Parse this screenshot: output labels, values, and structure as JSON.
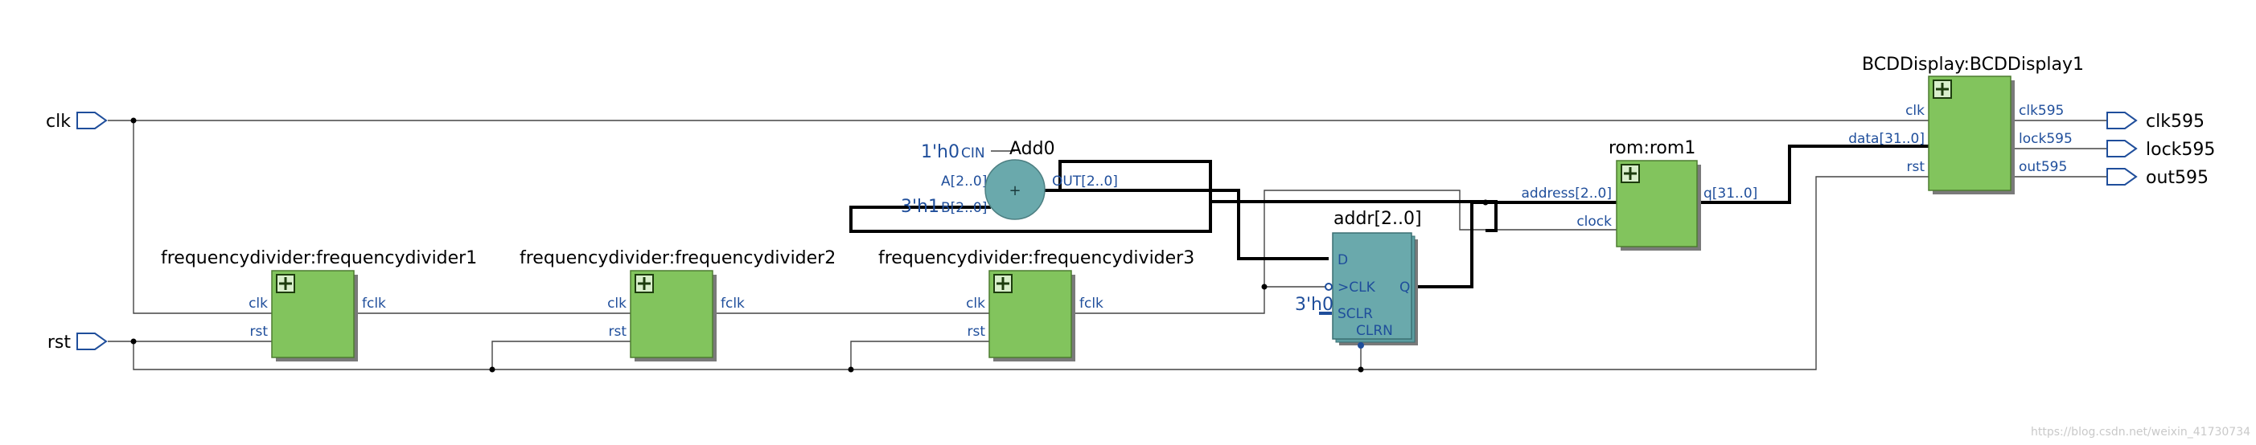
{
  "inputs": {
    "clk": "clk",
    "rst": "rst"
  },
  "outputs": {
    "clk595": "clk595",
    "lock595": "lock595",
    "out595": "out595"
  },
  "freqdivs": [
    {
      "title": "frequencydivider:frequencydivider1",
      "clk": "clk",
      "rst": "rst",
      "fclk": "fclk"
    },
    {
      "title": "frequencydivider:frequencydivider2",
      "clk": "clk",
      "rst": "rst",
      "fclk": "fclk"
    },
    {
      "title": "frequencydivider:frequencydivider3",
      "clk": "clk",
      "rst": "rst",
      "fclk": "fclk"
    }
  ],
  "adder": {
    "title": "Add0",
    "cin_const": "1'h0",
    "cin": "CIN",
    "a": "A[2..0]",
    "b_const": "3'h1",
    "b": "B[2..0]",
    "out": "OUT[2..0]",
    "symbol": "+"
  },
  "register": {
    "title": "addr[2..0]",
    "d": "D",
    "clk": ">CLK",
    "sclr": "SCLR",
    "sclr_const": "3'h0",
    "clrn": "CLRN",
    "q": "Q"
  },
  "rom": {
    "title": "rom:rom1",
    "address": "address[2..0]",
    "clock": "clock",
    "q": "q[31..0]"
  },
  "bcd": {
    "title": "BCDDisplay:BCDDisplay1",
    "clk": "clk",
    "data": "data[31..0]",
    "rst": "rst",
    "clk595": "clk595",
    "lock595": "lock595",
    "out595": "out595"
  },
  "watermark": "https://blog.csdn.net/weixin_41730734"
}
